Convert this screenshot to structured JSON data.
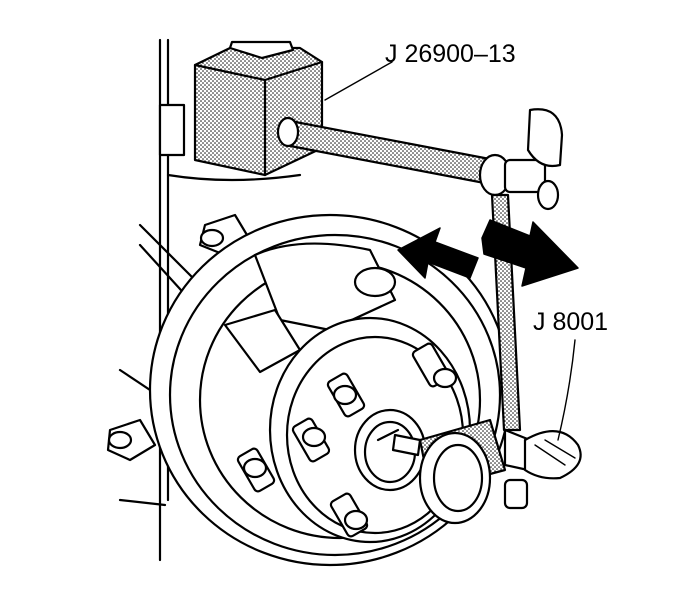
{
  "callouts": {
    "tool_a": "J 26900–13",
    "tool_b": "J 8001"
  },
  "arrow_color": "#000000",
  "fill_pattern": "stippled-gray"
}
